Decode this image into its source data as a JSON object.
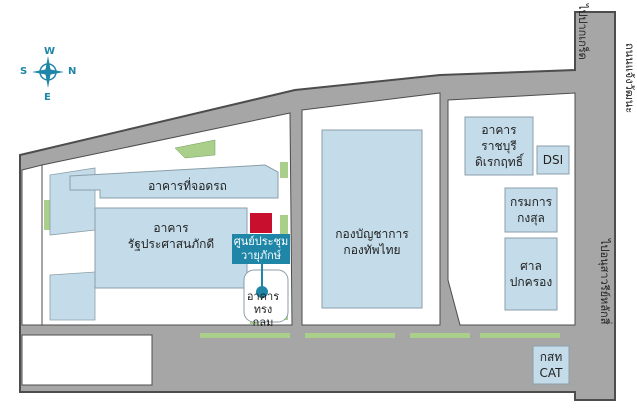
{
  "compass": {
    "north": "N",
    "south": "S",
    "east": "E",
    "west": "W"
  },
  "roads": {
    "top_right": "ไปปากเกร็ด",
    "right_mid": "ถนนแจ้งวัฒนะ",
    "bottom_right": "ไปอนุสาวรีย์หลักสี่"
  },
  "buildings": {
    "parking": "อาคารที่จอดรถ",
    "government_complex": "อาคาร\nรัฐประศาสนภักดี",
    "convention_center": "ศูนย์ประชุม\nวายุภักษ์",
    "round_building": "อาคาร\nทรงกลม",
    "army_headquarters": "กองบัญชาการ\nกองทัพไทย",
    "ratchaburi": "อาคารราชบุรี\nดิเรกฤทธิ์",
    "dsi": "DSI",
    "rights_dept": "กรมการ\nกงสุล",
    "admin_court": "ศาล\nปกครอง",
    "cat": "กสท\nCAT"
  },
  "colors": {
    "road": "#a6a6a6",
    "road_outline": "#4d4d4d",
    "building": "#c4dcea",
    "building_outline": "#8a9ea8",
    "green": "#a9cf8a",
    "accent_blue": "#1f86a8",
    "red_block": "#c8102e"
  }
}
